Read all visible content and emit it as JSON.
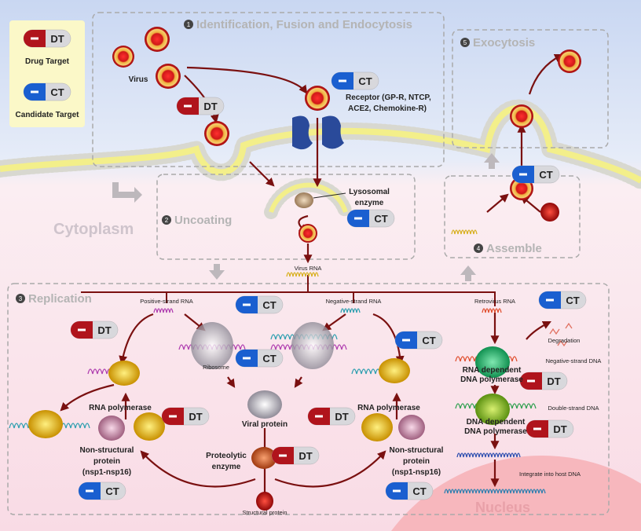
{
  "legend": {
    "dt_label": "DT",
    "dt_text": "Drug Target",
    "ct_label": "CT",
    "ct_text": "Candidate Target"
  },
  "stages": {
    "s1": "Identification, Fusion and Endocytosis",
    "s1_num": "1",
    "s2": "Uncoating",
    "s2_num": "2",
    "s3": "Replication",
    "s3_num": "3",
    "s4": "Assemble",
    "s4_num": "4",
    "s5": "Exocytosis",
    "s5_num": "5"
  },
  "regions": {
    "cytoplasm": "Cytoplasm",
    "nucleus": "Nucleus"
  },
  "labels": {
    "virus": "Virus",
    "receptor_1": "Receptor (GP-R, NTCP,",
    "receptor_2": "ACE2, Chemokine-R)",
    "lysosomal_1": "Lysosomal",
    "lysosomal_2": "enzyme",
    "virus_rna": "Virus RNA",
    "positive_rna": "Positive-strand RNA",
    "negative_rna": "Negative-strand RNA",
    "retrovirus_rna": "Retrovirus RNA",
    "ribosome": "Ribosome",
    "rna_polymerase": "RNA polymerase",
    "viral_protein": "Viral protein",
    "nonstructural_1": "Non-structural",
    "nonstructural_2": "protein",
    "nonstructural_3": "(nsp1-nsp16)",
    "proteolytic_1": "Proteolytic",
    "proteolytic_2": "enzyme",
    "structural_protein": "Structural protein",
    "degradation": "Degradation",
    "negative_dna": "Negative-strand DNA",
    "rdd_1": "RNA dependent",
    "rdd_2": "DNA polymerase",
    "double_dna": "Double-strand DNA",
    "ddd_1": "DNA dependent",
    "ddd_2": "DNA polymerase",
    "integrate": "Integrate into host DNA"
  },
  "colors": {
    "drug_target": "#b0141c",
    "candidate_target": "#1a5fd0",
    "arrow": "#7a1010",
    "membrane": "#f3ef8a"
  }
}
